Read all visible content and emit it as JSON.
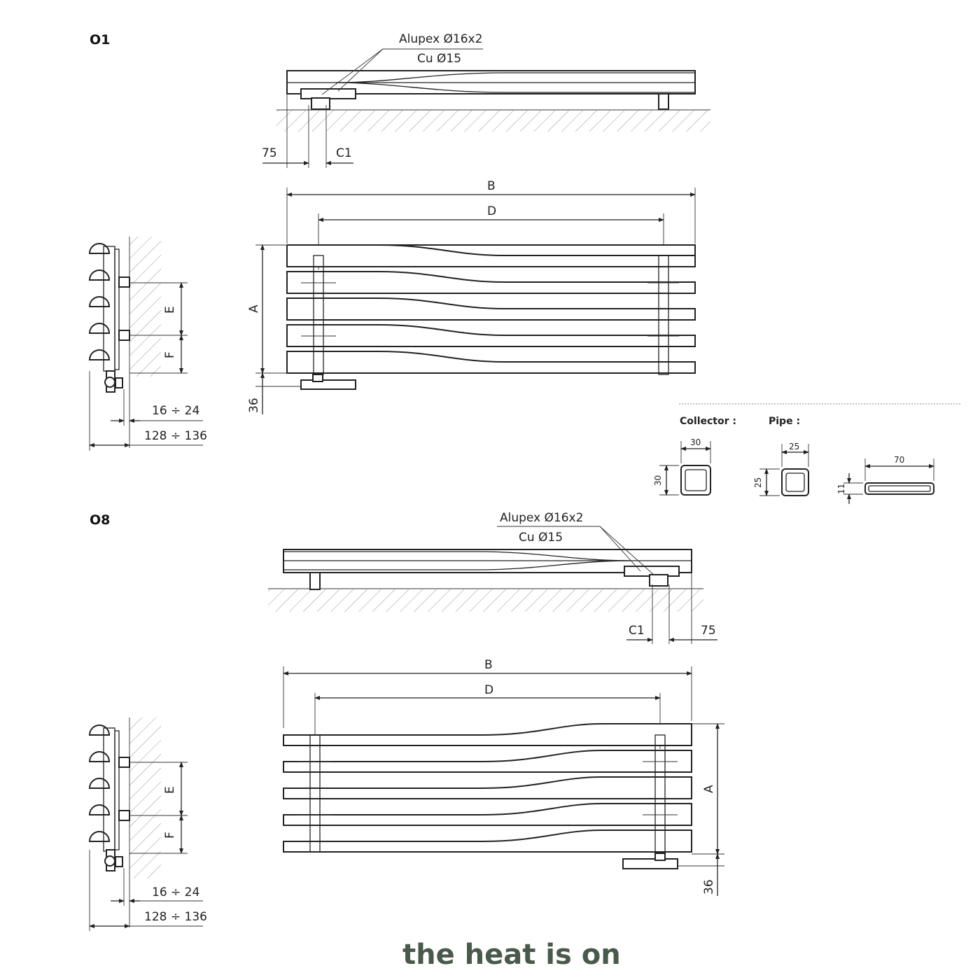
{
  "sections": {
    "o1": {
      "title": "O1"
    },
    "o8": {
      "title": "O8"
    }
  },
  "labels": {
    "alupex": "Alupex Ø16x2",
    "cu": "Cu Ø15",
    "dim_75": "75",
    "dim_c1": "C1",
    "dim_b": "B",
    "dim_d": "D",
    "dim_a": "A",
    "dim_e": "E",
    "dim_f": "F",
    "dim_36": "36",
    "dim_16_24": "16 ÷ 24",
    "dim_128_136": "128 ÷ 136"
  },
  "profiles": {
    "collector_title": "Collector :",
    "pipe_title": "Pipe :",
    "collector_w": "30",
    "collector_h": "30",
    "pipe_w": "25",
    "pipe_h": "25",
    "flat_w": "70",
    "flat_h": "11"
  },
  "logo": {
    "text": "the heat is on",
    "color": "#4a5a4a"
  }
}
